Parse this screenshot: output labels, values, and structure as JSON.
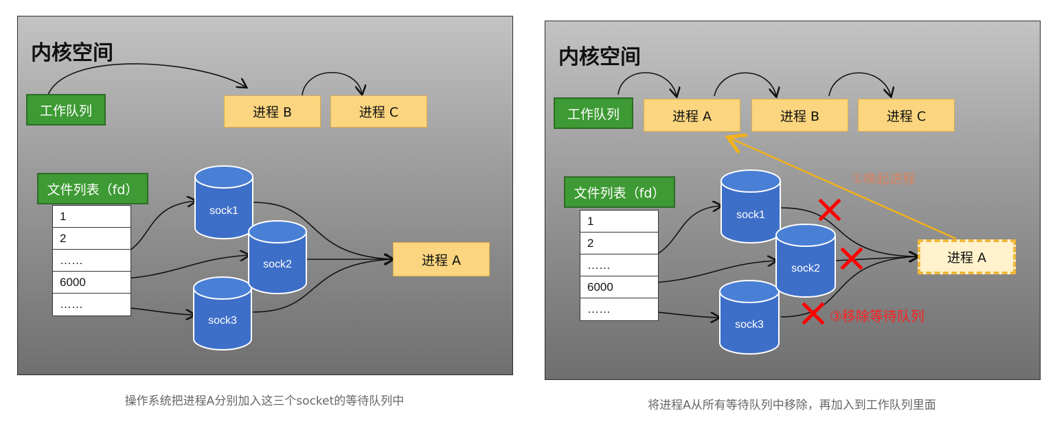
{
  "left": {
    "title": "内核空间",
    "work_queue": "工作队列",
    "processes": [
      "进程 B",
      "进程 C"
    ],
    "fd_list_title": "文件列表（fd）",
    "fd_rows": [
      "1",
      "2",
      "……",
      "6000",
      "……"
    ],
    "sockets": [
      "sock1",
      "sock2",
      "sock3"
    ],
    "process_a": "进程 A",
    "caption": "操作系统把进程A分别加入这三个socket的等待队列中"
  },
  "right": {
    "title": "内核空间",
    "work_queue": "工作队列",
    "processes": [
      "进程 A",
      "进程 B",
      "进程 C"
    ],
    "fd_list_title": "文件列表（fd）",
    "fd_rows": [
      "1",
      "2",
      "……",
      "6000",
      "……"
    ],
    "sockets": [
      "sock1",
      "sock2",
      "sock3"
    ],
    "process_a": "进程 A",
    "wake_label": "①唤起进程",
    "remove_label": "③移除等待队列",
    "caption": "将进程A从所有等待队列中移除，再加入到工作队列里面"
  },
  "colors": {
    "process_fill": "#fbd57f",
    "queue_fill": "#3e9a34",
    "socket_fill": "#3e6fc8",
    "cross": "#ff0000",
    "wake_arrow": "#f2b21b"
  }
}
